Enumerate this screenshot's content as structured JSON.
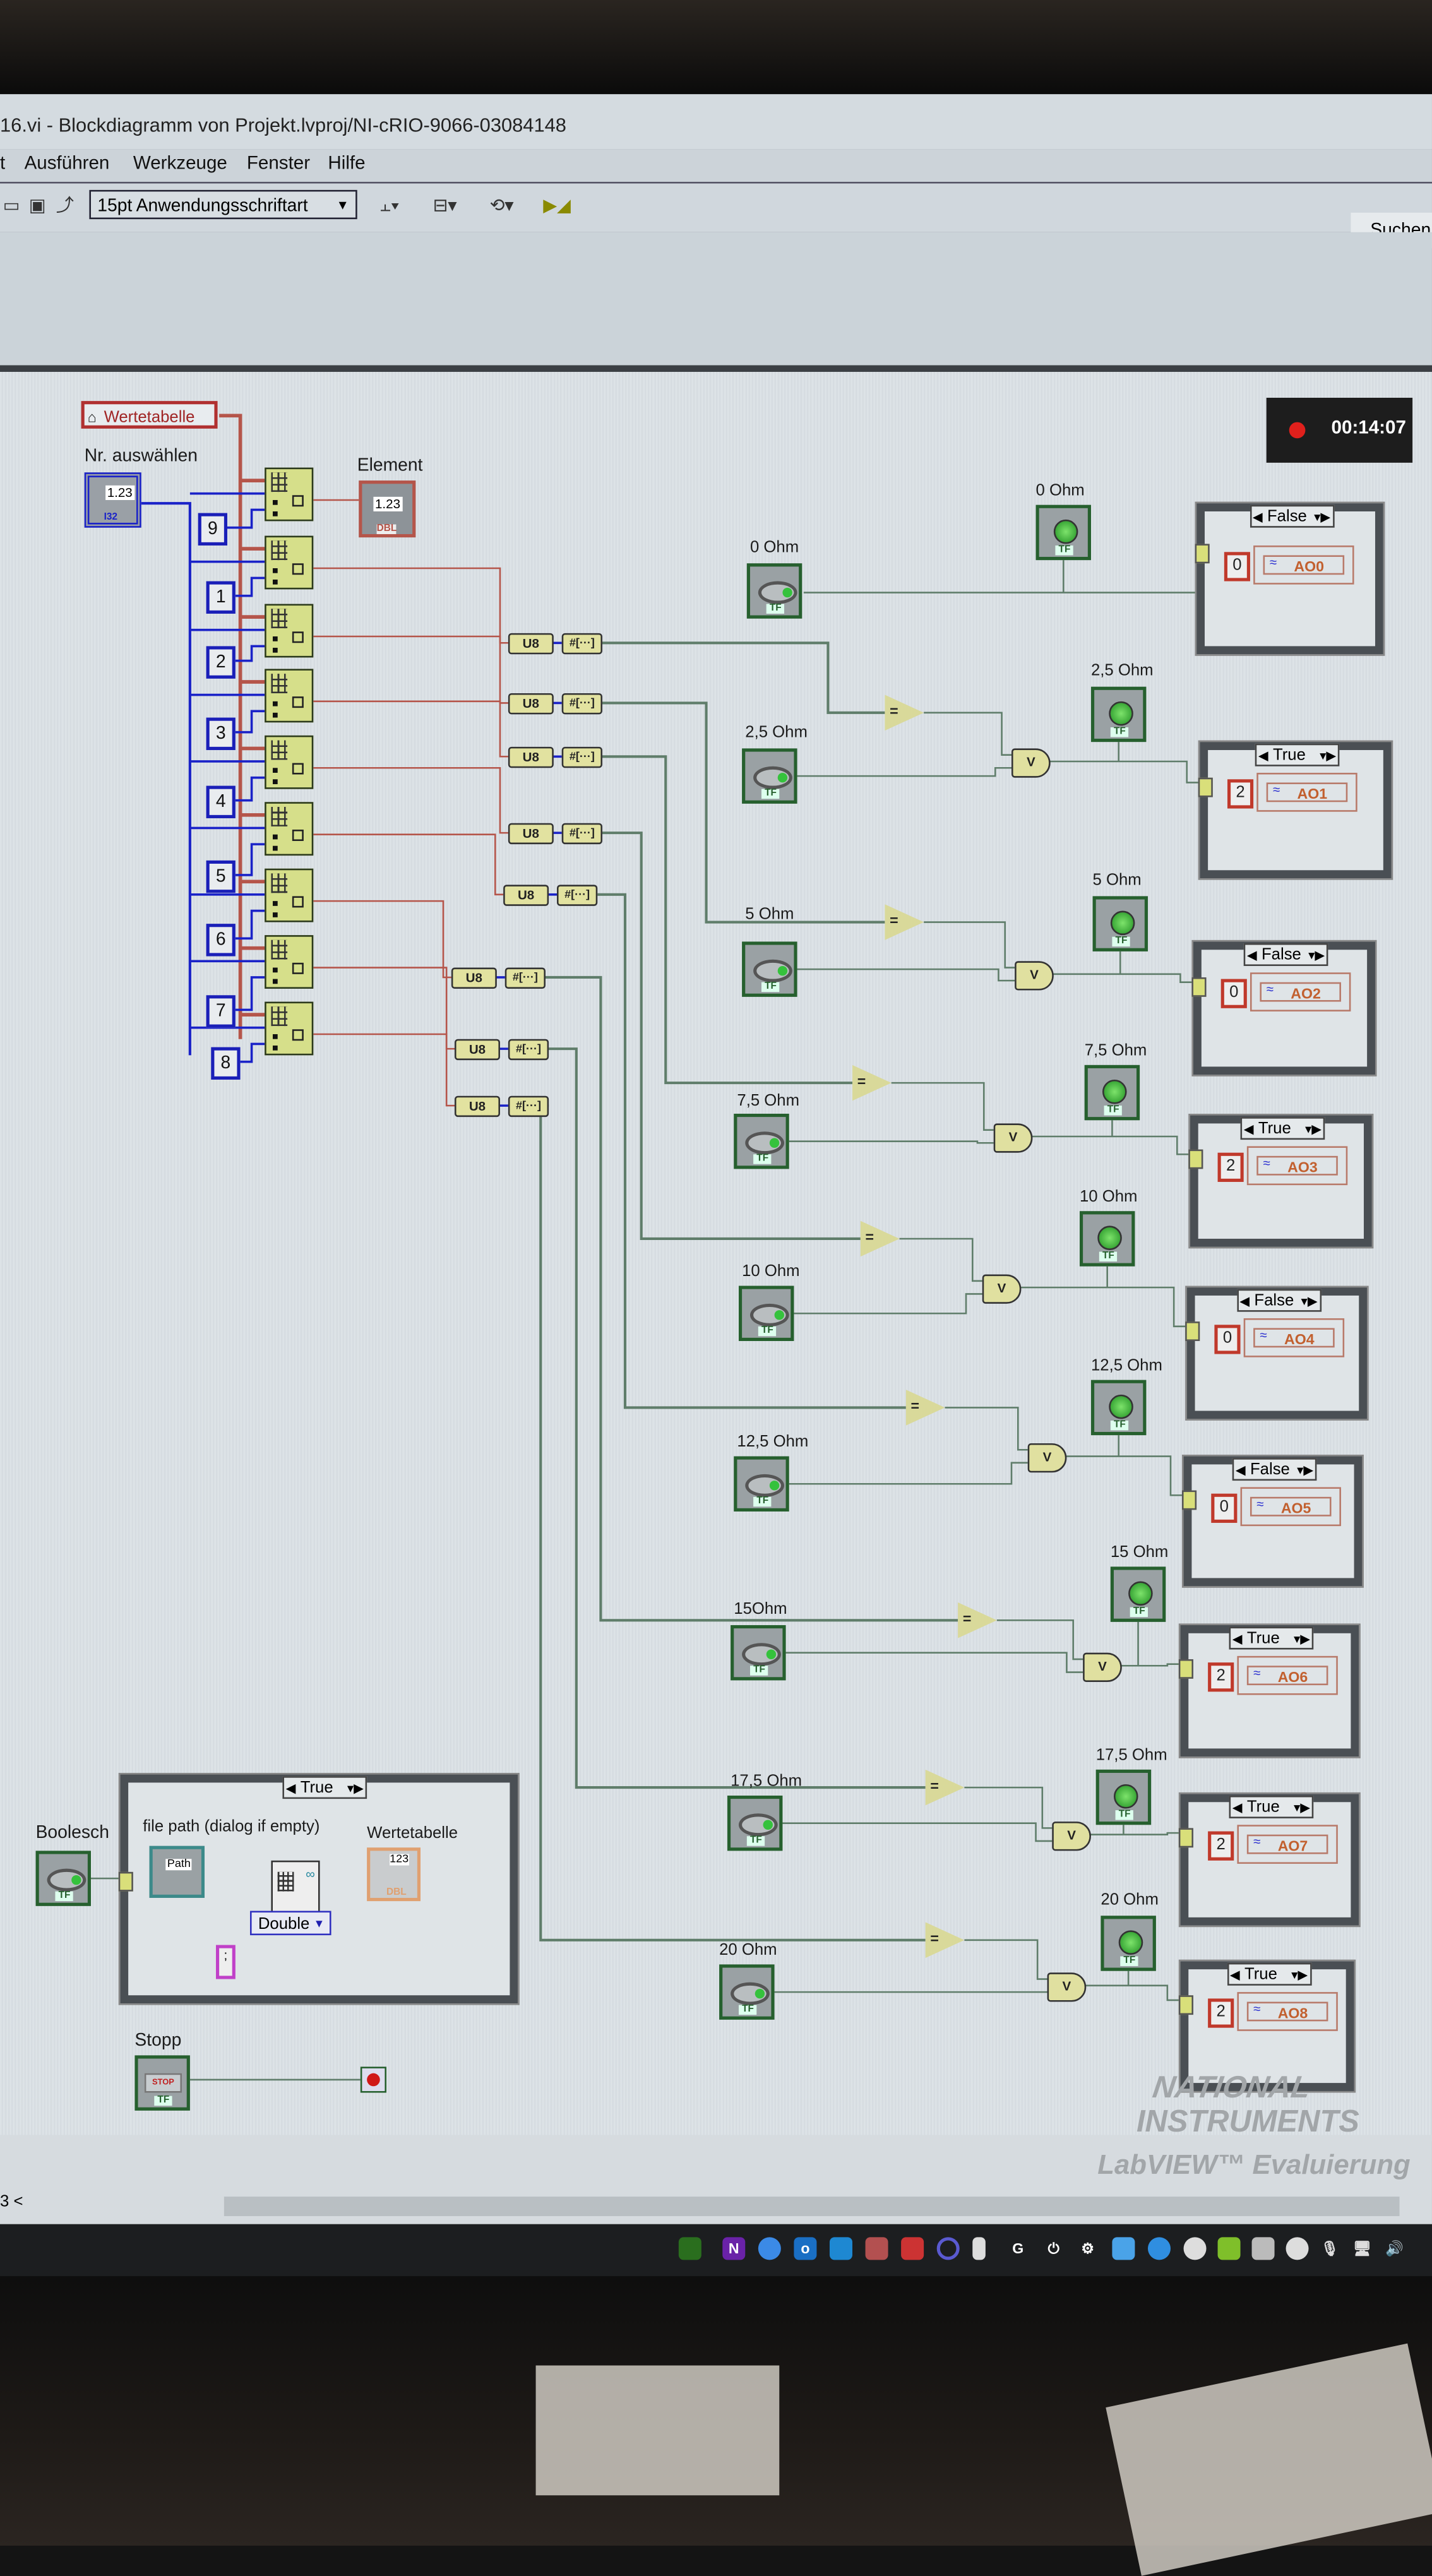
{
  "window": {
    "title": "16.vi - Blockdiagramm von Projekt.lvproj/NI-cRIO-9066-03084148"
  },
  "menu": [
    "t",
    "Ausführen",
    "Werkzeuge",
    "Fenster",
    "Hilfe"
  ],
  "toolbar": {
    "font": "15pt Anwendungsschriftart",
    "search": "Suchen"
  },
  "recording": {
    "time": "00:14:07",
    "color": "#e0201c"
  },
  "diagram": {
    "local_variable": "Wertetabelle",
    "select": {
      "label": "Nr. auswählen",
      "value": "1.23",
      "type": "I32"
    },
    "element": {
      "label": "Element",
      "value": "1.23",
      "type": "DBL"
    },
    "index_constants": [
      "9",
      "1",
      "2",
      "3",
      "4",
      "5",
      "6",
      "7",
      "8"
    ],
    "u8_label": "U8",
    "num_to_bool_label": "#[···]",
    "tf": "TF",
    "eq_symbol": "=",
    "or_symbol": "V",
    "switches": [
      "0 Ohm",
      "2,5 Ohm",
      "5 Ohm",
      "7,5 Ohm",
      "10 Ohm",
      "12,5 Ohm",
      "15Ohm",
      "17,5 Ohm",
      "20 Ohm"
    ],
    "leds": [
      "0 Ohm",
      "2,5 Ohm",
      "5 Ohm",
      "7,5 Ohm",
      "10 Ohm",
      "12,5 Ohm",
      "15 Ohm",
      "17,5 Ohm",
      "20 Ohm"
    ],
    "cases": [
      {
        "selector": "False",
        "constant": "0",
        "channel": "AO0"
      },
      {
        "selector": "True",
        "constant": "2",
        "channel": "AO1"
      },
      {
        "selector": "False",
        "constant": "0",
        "channel": "AO2"
      },
      {
        "selector": "True",
        "constant": "2",
        "channel": "AO3"
      },
      {
        "selector": "False",
        "constant": "0",
        "channel": "AO4"
      },
      {
        "selector": "False",
        "constant": "0",
        "channel": "AO5"
      },
      {
        "selector": "True",
        "constant": "2",
        "channel": "AO6"
      },
      {
        "selector": "True",
        "constant": "2",
        "channel": "AO7"
      },
      {
        "selector": "True",
        "constant": "2",
        "channel": "AO8"
      }
    ],
    "file_case": {
      "selector": "True",
      "boolean_label": "Boolesch",
      "file_path_label": "file path (dialog if empty)",
      "path_text": "Path",
      "table_label": "Wertetabelle",
      "table_value": "123",
      "table_type": "DBL",
      "format": "Double",
      "delimiter": ";"
    },
    "stop": {
      "label": "Stopp",
      "button": "STOP"
    }
  },
  "watermark": {
    "line1": "NATIONAL",
    "line2": "INSTRUMENTS",
    "line3": "LabVIEW™ Evaluierung"
  },
  "statusbar": {
    "left": "3 <"
  }
}
